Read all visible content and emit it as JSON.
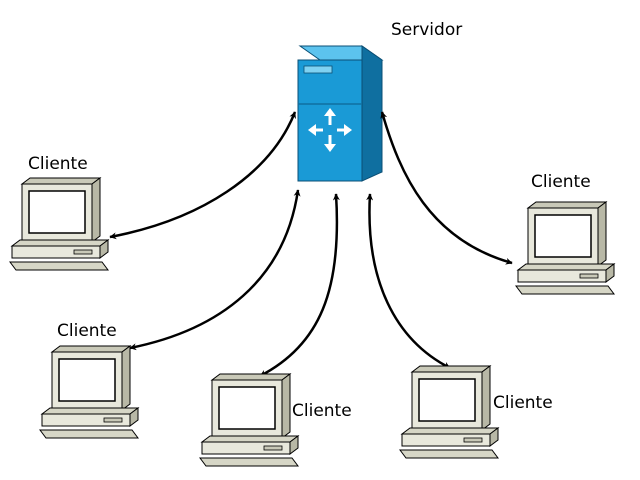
{
  "diagram": {
    "server": {
      "label": "Servidor",
      "icon": "server-tower-icon",
      "symbol": "router-arrows-icon",
      "body_color": "#1a9ad6",
      "side_color": "#0f6fa0",
      "top_color": "#5cc3ee"
    },
    "clients": [
      {
        "label": "Cliente"
      },
      {
        "label": "Cliente"
      },
      {
        "label": "Cliente"
      },
      {
        "label": "Cliente"
      },
      {
        "label": "Cliente"
      }
    ],
    "connection_style": "double-headed-arrow",
    "colors": {
      "computer_fill": "#e8e8dc",
      "computer_shade": "#c9c9b8",
      "computer_outline": "#000000",
      "arrow": "#000000"
    }
  }
}
